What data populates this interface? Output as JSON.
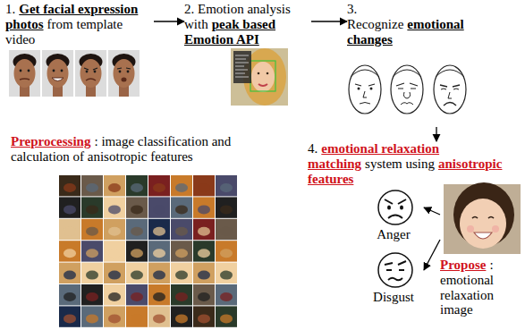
{
  "diagram": {
    "nodes": [
      {
        "text": [
          "1.",
          "Get facial expression photos",
          "from template video"
        ]
      },
      {
        "text": [
          "2. Emotion analysis with",
          "peak based Emotion API"
        ]
      },
      {
        "text": [
          "3. Recognize",
          "emotional changes"
        ]
      },
      {
        "text": [
          "4.",
          "emotional relaxation matching",
          "system using",
          "anisotropic features"
        ]
      },
      {
        "text": [
          "Preprocessing",
          ": image classification and calculation of anisotropic features"
        ]
      },
      {
        "text": [
          "Anger"
        ]
      },
      {
        "text": [
          "Disgust"
        ]
      },
      {
        "text": [
          "Propose",
          ": emotional relaxation image"
        ]
      }
    ],
    "edges": [
      {
        "from": 0,
        "to": 1,
        "arrow": "to"
      },
      {
        "from": 1,
        "to": 2,
        "arrow": "to"
      },
      {
        "from": 2,
        "to": 3,
        "arrow": "to"
      },
      {
        "from": 7,
        "to": 5,
        "arrow": "to"
      },
      {
        "from": 7,
        "to": 6,
        "arrow": "to"
      }
    ]
  }
}
